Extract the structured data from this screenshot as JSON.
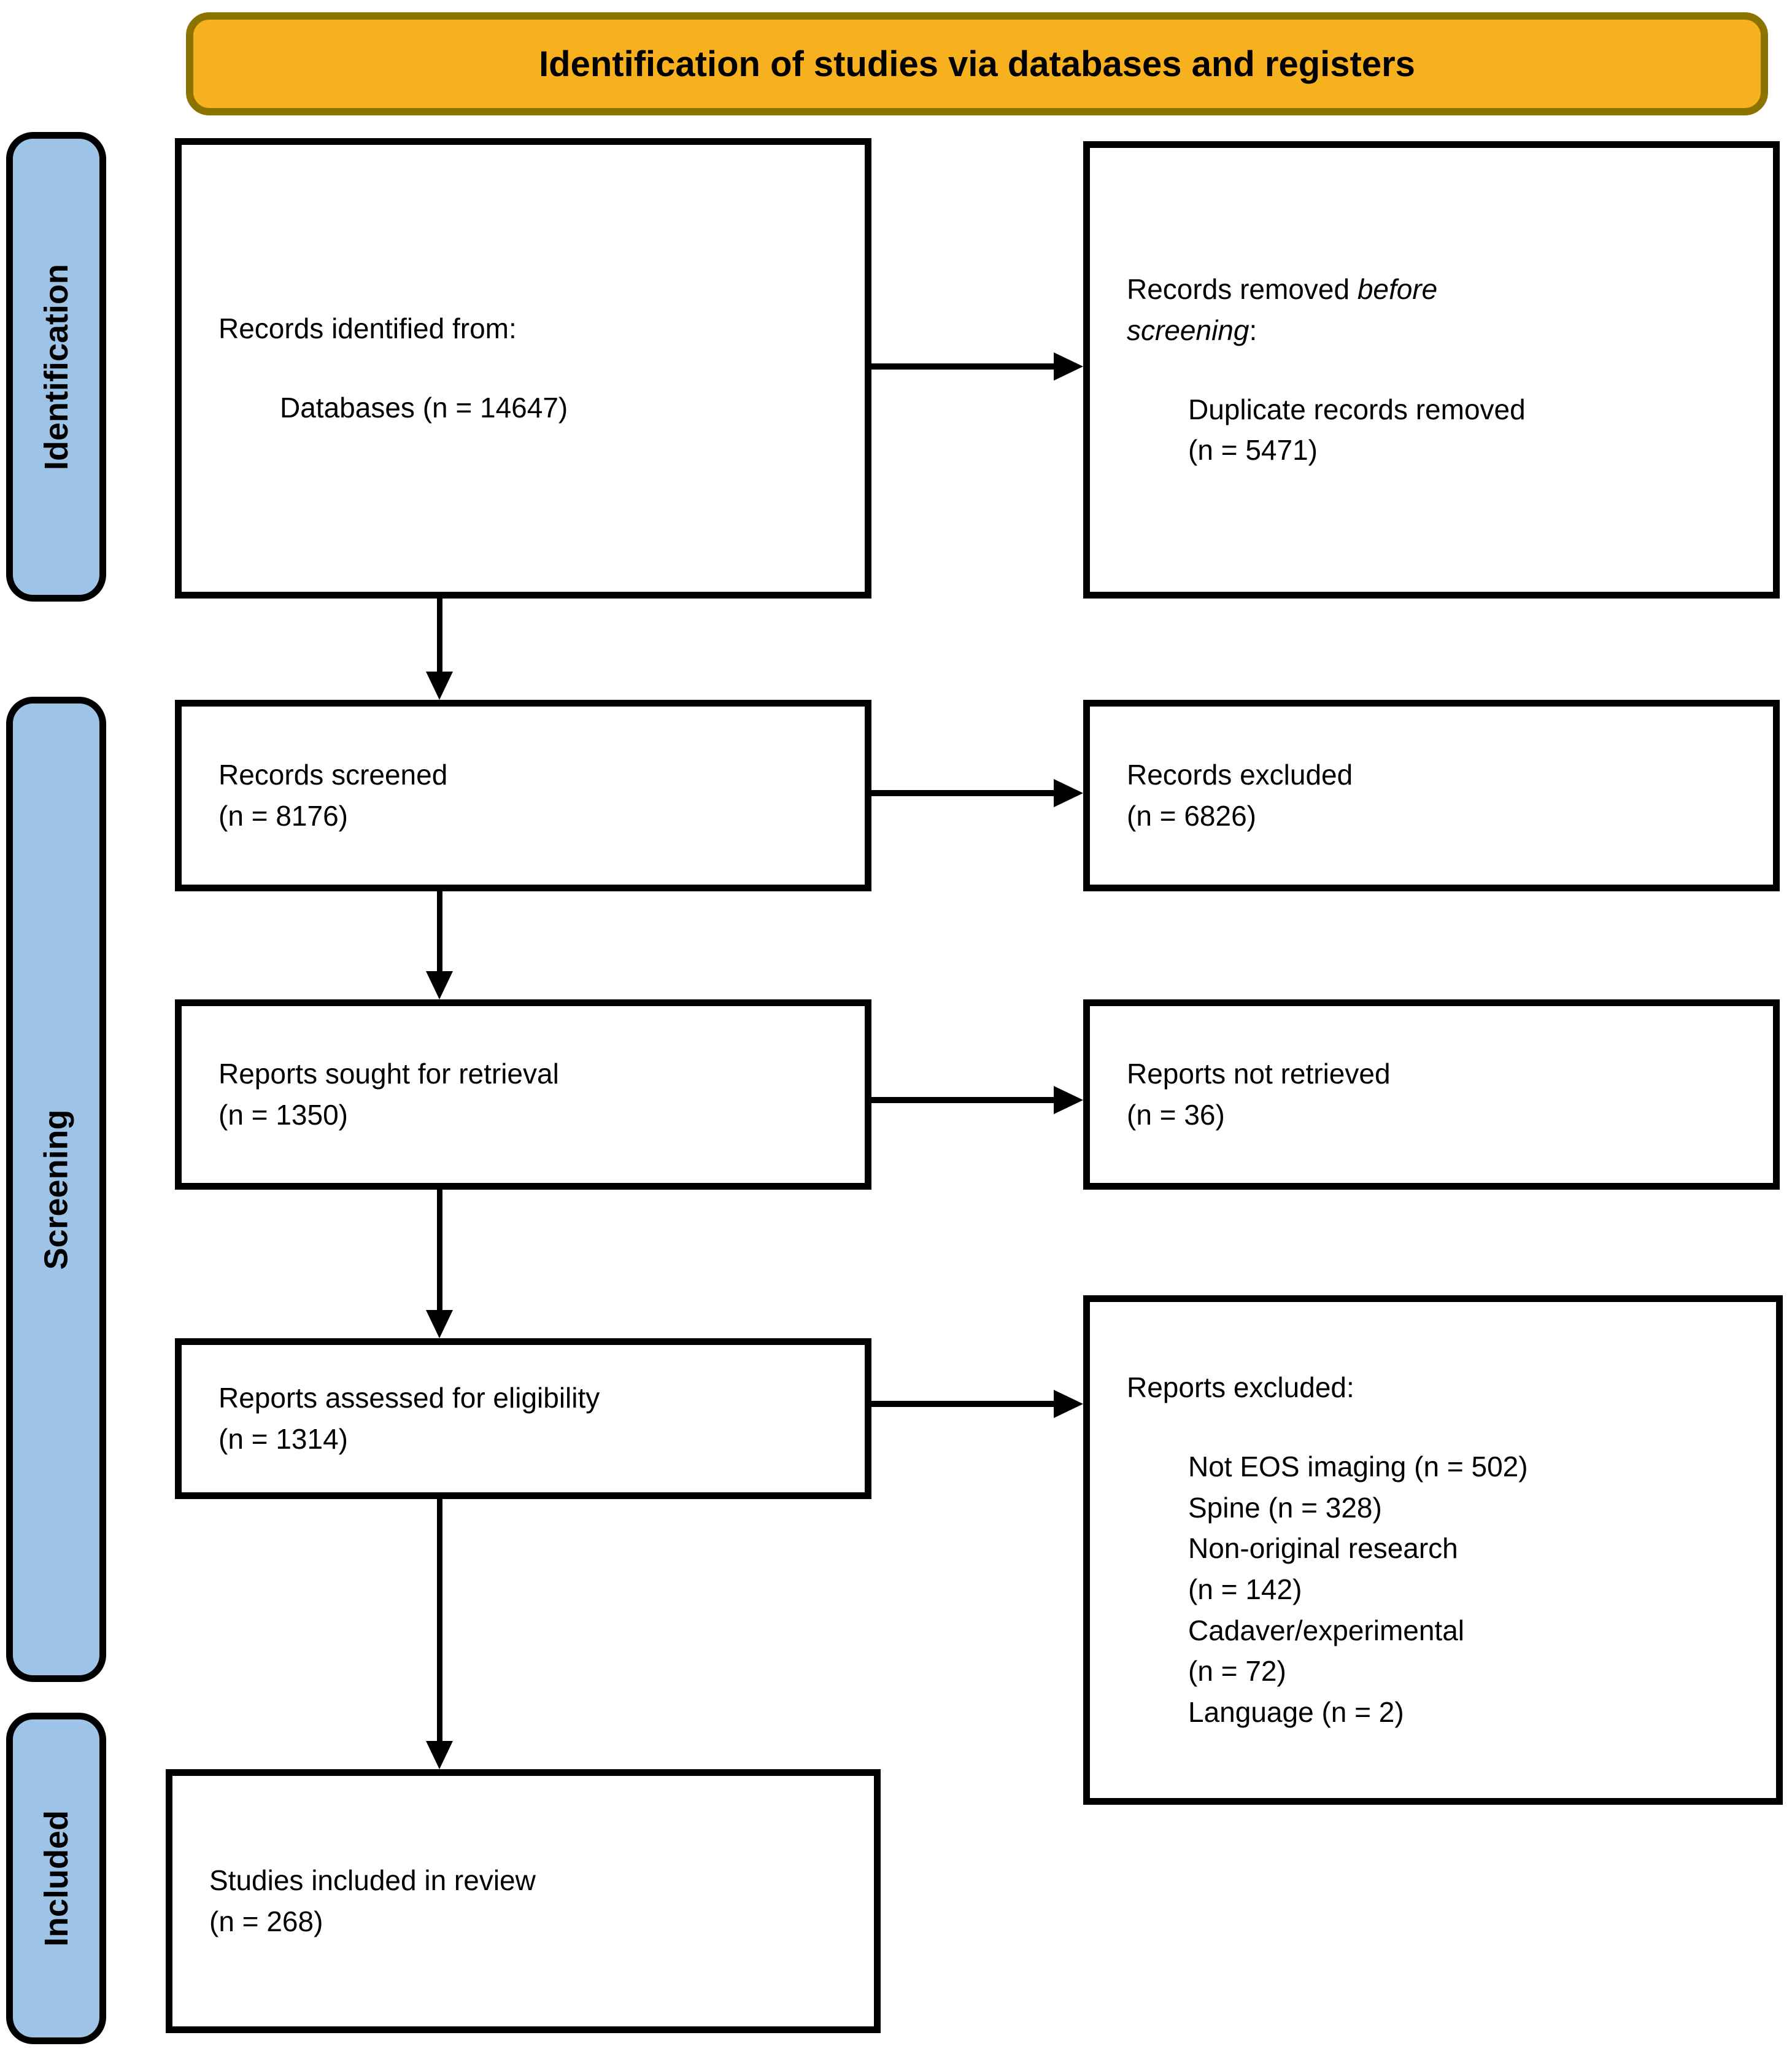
{
  "header": {
    "title": "Identification of studies via databases and registers"
  },
  "sidebar": {
    "identification": "Identification",
    "screening": "Screening",
    "included": "Included"
  },
  "boxes": {
    "identified": {
      "title": "Records identified from:",
      "sub": "Databases (n = 14647)"
    },
    "removed": {
      "line1_normal": "Records removed ",
      "line1_italic": "before",
      "line2_italic": "screening",
      "line2_normal": ":",
      "sub_line1": "Duplicate records removed",
      "sub_line2": "(n = 5471)"
    },
    "screened": {
      "line1": "Records screened",
      "line2": "(n = 8176)"
    },
    "excluded": {
      "line1": "Records excluded",
      "line2": "(n = 6826)"
    },
    "sought": {
      "line1": "Reports sought for retrieval",
      "line2": "(n = 1350)"
    },
    "not_retrieved": {
      "line1": "Reports not retrieved",
      "line2": "(n = 36)"
    },
    "assessed": {
      "line1": "Reports assessed for eligibility",
      "line2": "(n = 1314)"
    },
    "reports_excluded": {
      "title": "Reports excluded:",
      "lines": [
        "Not EOS imaging (n = 502)",
        "Spine (n = 328)",
        "Non-original research",
        "(n = 142)",
        "Cadaver/experimental",
        "(n = 72)",
        "Language (n = 2)"
      ]
    },
    "included_review": {
      "line1": "Studies included in review",
      "line2": "(n = 268)"
    }
  },
  "colors": {
    "header_fill": "#F7B01E",
    "header_border": "#8C7300",
    "band_fill": "#9DC3E6",
    "box_border": "#000000",
    "arrow": "#000000"
  }
}
